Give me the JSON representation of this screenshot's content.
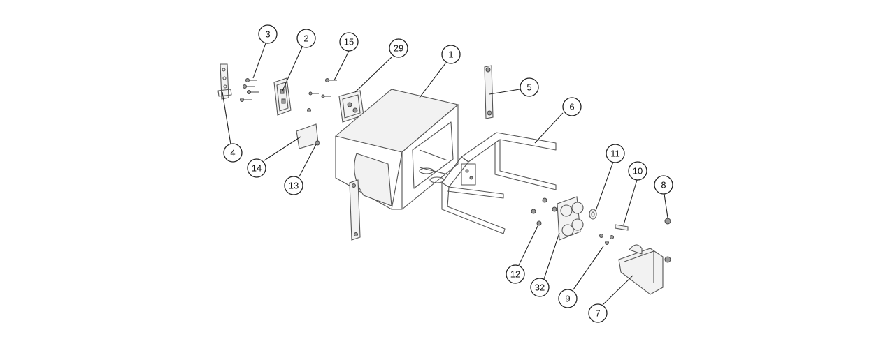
{
  "colors": {
    "background": "#ffffff",
    "line": "#555555",
    "callout": "#222222"
  },
  "callouts": [
    "1",
    "2",
    "3",
    "4",
    "5",
    "6",
    "7",
    "8",
    "9",
    "10",
    "11",
    "12",
    "13",
    "14",
    "15",
    "29",
    "32"
  ]
}
